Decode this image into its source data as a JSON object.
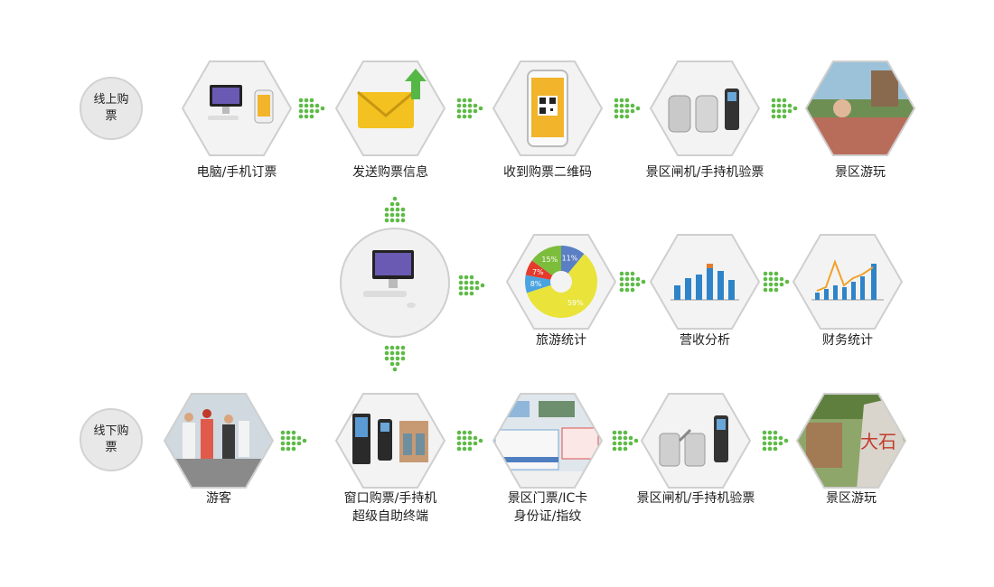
{
  "rows": {
    "online": {
      "badge": "线上购票",
      "steps": [
        "电脑/手机订票",
        "发送购票信息",
        "收到购票二维码",
        "景区闸机/手持机验票",
        "景区游玩"
      ]
    },
    "center": {
      "steps": [
        "旅游统计",
        "营收分析",
        "财务统计"
      ],
      "pie": [
        {
          "label": "11%",
          "value": 11,
          "color": "#5b7fc4"
        },
        {
          "label": "59%",
          "value": 59,
          "color": "#e9e33a"
        },
        {
          "label": "8%",
          "value": 8,
          "color": "#4aa3df"
        },
        {
          "label": "7%",
          "value": 7,
          "color": "#e53a2c"
        },
        {
          "label": "15%",
          "value": 15,
          "color": "#7dbd3c"
        }
      ]
    },
    "offline": {
      "badge": "线下购票",
      "steps": [
        "游客",
        "窗口购票/手持机\n超级自助终端",
        "景区门票/IC卡\n身份证/指纹",
        "景区闸机/手持机验票",
        "景区游玩"
      ]
    }
  },
  "colors": {
    "accent": "#5dbb46",
    "hex_border": "#cfcfcf",
    "badge_bg": "#e8e8e8"
  },
  "icons": {
    "computer": "computer-icon",
    "envelope": "envelope-icon",
    "phone_qr": "phone-qrcode-icon",
    "turnstile": "turnstile-icon",
    "scenic": "scenic-photo-icon",
    "tourists": "tourists-photo-icon",
    "kiosk": "kiosk-icon",
    "ticket": "ticket-icon",
    "bar_chart": "bar-chart-icon",
    "combo_chart": "combo-chart-icon"
  }
}
